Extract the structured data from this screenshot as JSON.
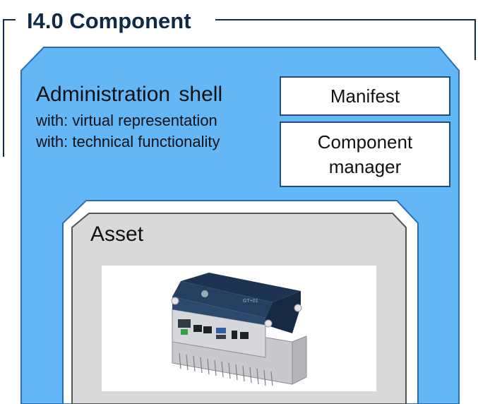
{
  "component": {
    "title": "I4.0 Component"
  },
  "admin_shell": {
    "title": "Administration  shell",
    "lines": [
      "with: virtual representation",
      "with: technical functionality"
    ],
    "boxes": {
      "manifest": "Manifest",
      "component_manager_line1": "Component",
      "component_manager_line2": "manager"
    }
  },
  "asset": {
    "title": "Asset",
    "device_image": "industrial-pc-photo",
    "device_label": "GT+01"
  },
  "colors": {
    "frame_line": "#0e2a47",
    "shell_fill": "#63b7f7",
    "asset_fill": "#d9d9d9",
    "box_border": "#1f4e79"
  }
}
